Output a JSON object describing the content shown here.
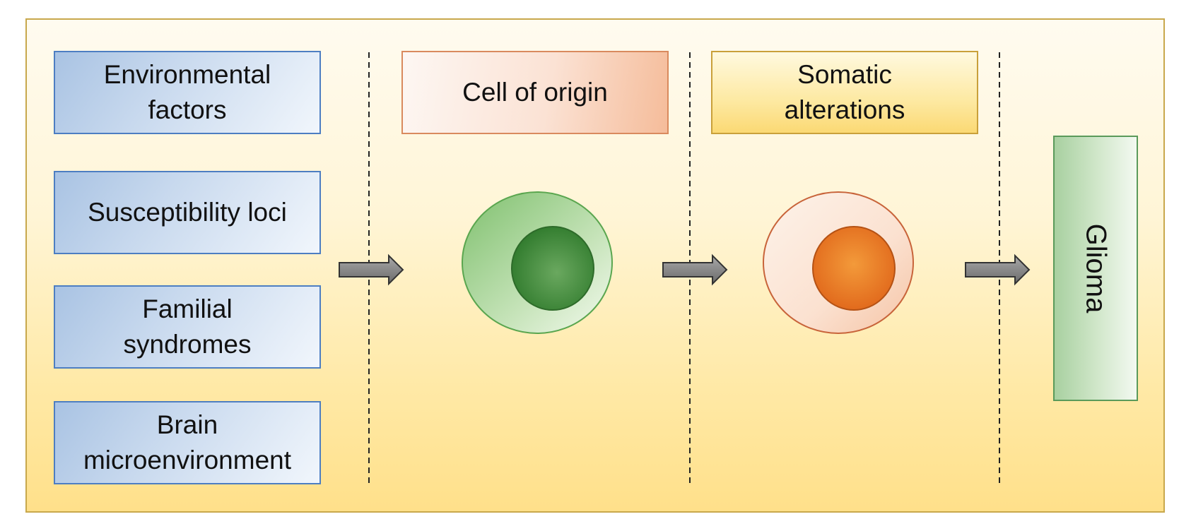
{
  "factors": [
    {
      "label_line1": "Environmental",
      "label_line2": "factors"
    },
    {
      "label_line1": "Susceptibility loci",
      "label_line2": ""
    },
    {
      "label_line1": "Familial",
      "label_line2": "syndromes"
    },
    {
      "label_line1": "Brain",
      "label_line2": "microenvironment"
    }
  ],
  "stages": {
    "cell_of_origin": "Cell of origin",
    "somatic_line1": "Somatic",
    "somatic_line2": "alterations",
    "outcome": "Glioma"
  },
  "colors": {
    "panel_border": "#c8a84c",
    "factor_border": "#4d7ec2",
    "normal_cell": "#5aa64f",
    "altered_cell_nucleus": "#e8751f",
    "arrow": "#7a7a7a"
  }
}
